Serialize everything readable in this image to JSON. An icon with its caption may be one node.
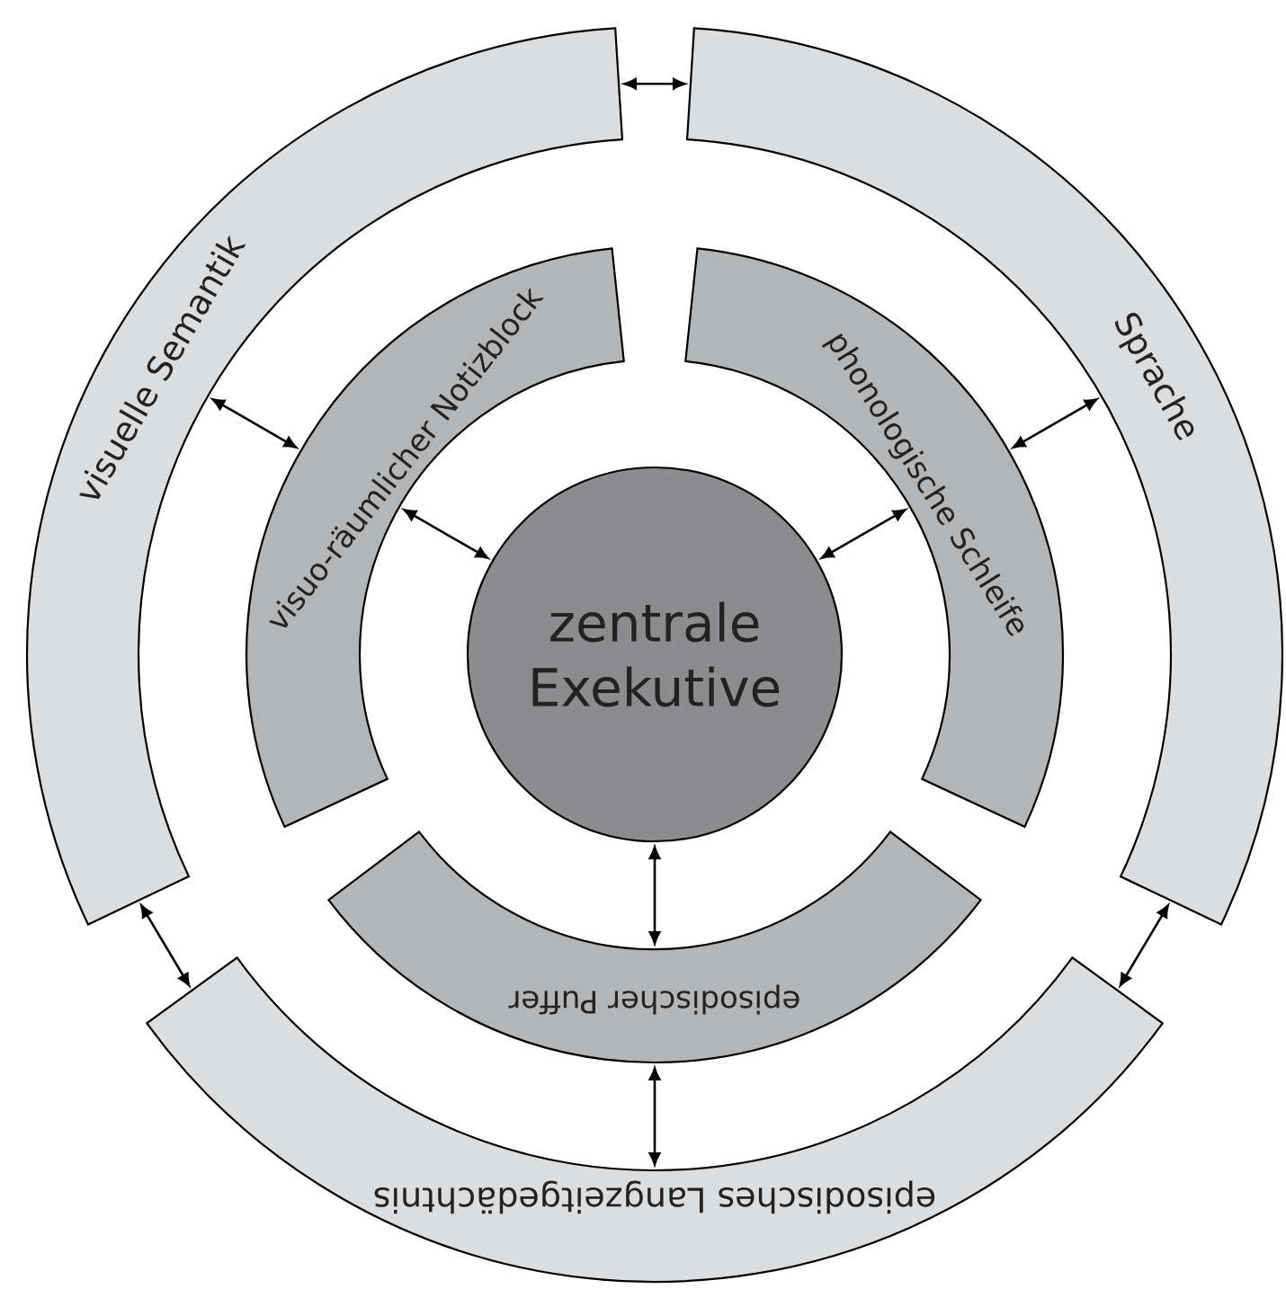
{
  "diagram": {
    "nodes": [
      {
        "text": [
          "visuelle Semantik"
        ]
      },
      {
        "text": [
          "Sprache"
        ]
      },
      {
        "text": [
          "visuo-räumlicher Notizblock"
        ]
      },
      {
        "text": [
          "phonologische Schleife"
        ]
      },
      {
        "text": [
          "zentrale Exekutive"
        ]
      },
      {
        "text": [
          "episodischer Puffer"
        ]
      },
      {
        "text": [
          "episodisches Langzeitgedächtnis"
        ]
      }
    ],
    "edges": [
      {
        "from": 0,
        "to": 1,
        "arrow": "both"
      },
      {
        "from": 0,
        "to": 2,
        "arrow": "both"
      },
      {
        "from": 1,
        "to": 3,
        "arrow": "both"
      },
      {
        "from": 2,
        "to": 4,
        "arrow": "both"
      },
      {
        "from": 3,
        "to": 4,
        "arrow": "both"
      },
      {
        "from": 4,
        "to": 5,
        "arrow": "both"
      },
      {
        "from": 5,
        "to": 6,
        "arrow": "both"
      },
      {
        "from": 0,
        "to": 6,
        "arrow": "both"
      },
      {
        "from": 1,
        "to": 6,
        "arrow": "both"
      }
    ]
  }
}
